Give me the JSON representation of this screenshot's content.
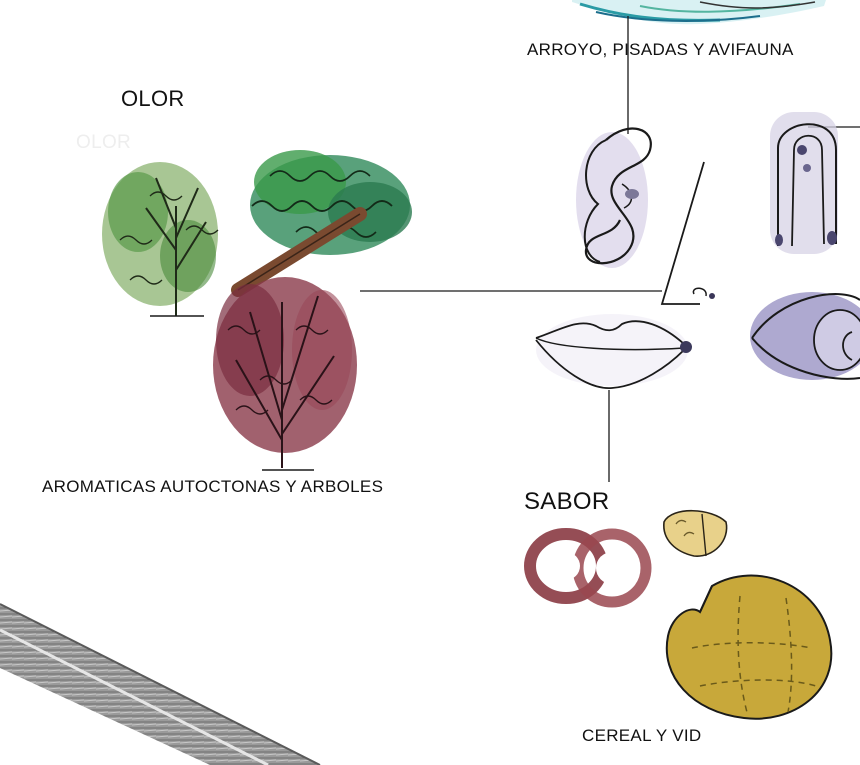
{
  "labels": {
    "olor": "OLOR",
    "olor_watermark": "OLOR",
    "arroyo": "ARROYO, PISADAS Y AVIFAUNA",
    "aromaticas": "AROMATICAS AUTOCTONAS Y ARBOLES",
    "sabor": "SABOR",
    "cereal": "CEREAL Y VID"
  },
  "icons": {
    "water": "water-sketch-icon",
    "ear": "ear-sketch-icon",
    "hand": "fingers-sketch-icon",
    "nose": "nose-sketch-icon",
    "mouth": "lips-sketch-icon",
    "eye": "eye-sketch-icon",
    "green_shrub": "green-shrub-icon",
    "tree": "tree-icon",
    "aromatic_shrub": "aromatic-shrub-icon",
    "grapes": "grape-rings-icon",
    "cereal_small": "cereal-grain-icon",
    "cereal_big": "cereal-round-icon",
    "stone": "stone-band-icon"
  },
  "colors": {
    "ink": "#1a1a1a",
    "leaf_light": "#5a9a4a",
    "leaf_dark": "#2f8a5a",
    "berry": "#8a3a4a",
    "wood": "#7a4a30",
    "water": "#3aa0a8",
    "lavender": "#b9b6d6",
    "mustard": "#c8a83a",
    "stone": "#8a8a8a"
  }
}
